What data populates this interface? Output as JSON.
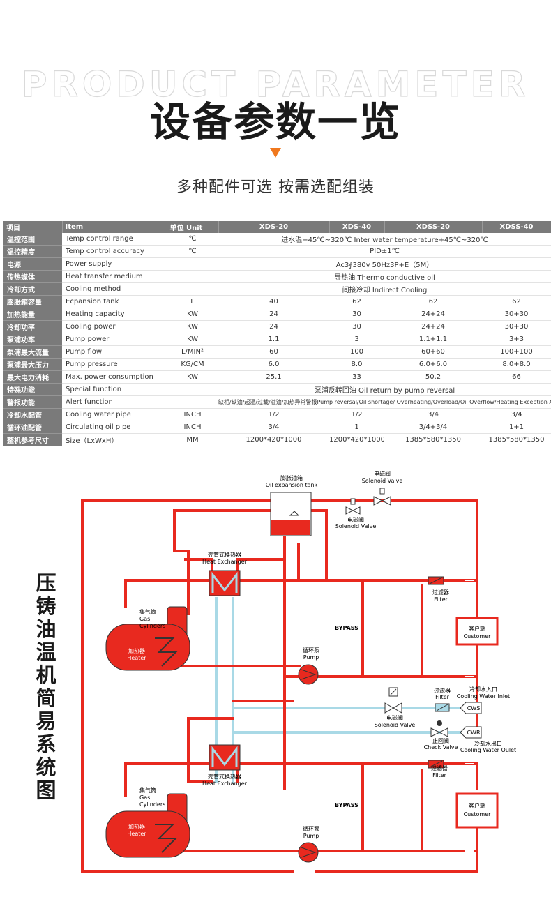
{
  "header": {
    "bg_text": "PRODUCT PARAMETER",
    "title": "设备参数一览",
    "subtitle": "多种配件可选 按需选配组装"
  },
  "colors": {
    "accent": "#f0781e",
    "pipe_red": "#e8291f",
    "pipe_water": "#a9d9e6",
    "header_gray": "#7a7a7a"
  },
  "table": {
    "headers": [
      "项目",
      "Item",
      "单位 Unit",
      "XDS-20",
      "XDS-40",
      "XDSS-20",
      "XDSS-40"
    ],
    "rows": [
      {
        "cn": "温控范围",
        "en": "Temp control range",
        "unit": "℃",
        "span": "进水温+45℃~320℃ Inter water temperature+45℃~320℃"
      },
      {
        "cn": "温控精度",
        "en": "Temp control accuracy",
        "unit": "℃",
        "span": "PID±1℃"
      },
      {
        "cn": "电源",
        "en": "Power supply",
        "unit": "",
        "span": "Ac3∮380v 50Hz3P+E（5M）"
      },
      {
        "cn": "传热媒体",
        "en": "Heat transfer medium",
        "unit": "",
        "span": "导热油 Thermo conductive oil"
      },
      {
        "cn": "冷却方式",
        "en": "Cooling method",
        "unit": "",
        "span": "间接冷却 Indirect Cooling"
      },
      {
        "cn": "膨胀箱容量",
        "en": "Ecpansion tank",
        "unit": "L",
        "vals": [
          "40",
          "62",
          "62",
          "62"
        ]
      },
      {
        "cn": "加热能量",
        "en": "Heating capacity",
        "unit": "KW",
        "vals": [
          "24",
          "30",
          "24+24",
          "30+30"
        ]
      },
      {
        "cn": "冷却功率",
        "en": "Cooling power",
        "unit": "KW",
        "vals": [
          "24",
          "30",
          "24+24",
          "30+30"
        ]
      },
      {
        "cn": "泵浦功率",
        "en": "Pump power",
        "unit": "KW",
        "vals": [
          "1.1",
          "3",
          "1.1+1.1",
          "3+3"
        ]
      },
      {
        "cn": "泵浦最大流量",
        "en": "Pump flow",
        "unit": "L/MIN²",
        "vals": [
          "60",
          "100",
          "60+60",
          "100+100"
        ]
      },
      {
        "cn": "泵浦最大压力",
        "en": "Pump pressure",
        "unit": "KG/CM",
        "vals": [
          "6.0",
          "8.0",
          "6.0+6.0",
          "8.0+8.0"
        ]
      },
      {
        "cn": "最大电力消耗",
        "en": "Max. power consumption",
        "unit": "KW",
        "vals": [
          "25.1",
          "33",
          "50.2",
          "66"
        ]
      },
      {
        "cn": "特殊功能",
        "en": "Special function",
        "unit": "",
        "span": "泵浦反转回油 Oil return by pump reversal"
      },
      {
        "cn": "警报功能",
        "en": "Alert function",
        "unit": "",
        "span": "缺相/缺油/超温/过载/溢油/加热异常警报Pump reversal/Oil shortage/ Overheating/Overload/Oil Overflow/Heating Exception Alarm",
        "small": true
      },
      {
        "cn": "冷却水配管",
        "en": "Cooling water pipe",
        "unit": "INCH",
        "vals": [
          "1/2",
          "1/2",
          "3/4",
          "3/4"
        ]
      },
      {
        "cn": "循环油配管",
        "en": "Circulating oil pipe",
        "unit": "INCH",
        "vals": [
          "3/4",
          "1",
          "3/4+3/4",
          "1+1"
        ]
      },
      {
        "cn": "整机参考尺寸",
        "en": "Size（LxWxH）",
        "unit": "MM",
        "vals": [
          "1200*420*1000",
          "1200*420*1000",
          "1385*580*1350",
          "1385*580*1350"
        ]
      }
    ]
  },
  "diagram": {
    "title": "压铸油温机简易系统图",
    "expansion_tank_cn": "膨胀油箱",
    "expansion_tank_en": "Oil expansion tank",
    "solenoid_cn": "电磁阀",
    "solenoid_en": "Solenoid Valve",
    "heat_exchanger_cn": "壳管式换热器",
    "heat_exchanger_en": "Heat Exchanger",
    "filter_cn": "过滤器",
    "filter_en": "Filter",
    "gas_cn": "集气筒",
    "gas_en1": "Gas",
    "gas_en2": "Cylinders",
    "heater_cn": "加热器",
    "heater_en": "Heater",
    "bypass": "BYPASS",
    "pump_cn": "循环泵",
    "pump_en": "Pump",
    "customer_cn": "客户端",
    "customer_en": "Customer",
    "cw_inlet_cn": "冷却水入口",
    "cw_inlet_en": "Cooling Water Inlet",
    "cws": "CWS",
    "cwr": "CWR",
    "check_valve_cn": "止回阀",
    "check_valve_en": "Check Valve",
    "cw_outlet_cn": "冷却水出口",
    "cw_outlet_en": "Cooling Water Oulet"
  }
}
